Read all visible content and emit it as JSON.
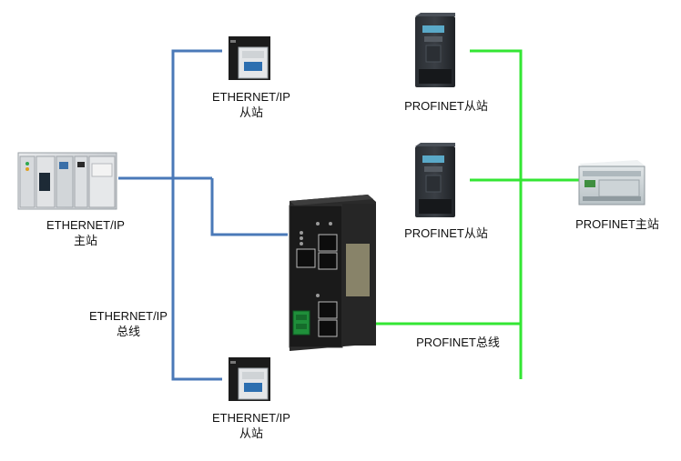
{
  "nodes": {
    "eip_master": {
      "line1": "ETHERNET/IP",
      "line2": "主站"
    },
    "eip_slave_top": {
      "line1": "ETHERNET/IP",
      "line2": "从站"
    },
    "eip_slave_bottom": {
      "line1": "ETHERNET/IP",
      "line2": "从站"
    },
    "pn_slave_1": {
      "label": "PROFINET从站"
    },
    "pn_slave_2": {
      "label": "PROFINET从站"
    },
    "pn_master": {
      "label": "PROFINET主站"
    }
  },
  "buses": {
    "ethernet_ip": {
      "line1": "ETHERNET/IP",
      "line2": "总线",
      "color": "#4a79b8"
    },
    "profinet": {
      "label": "PROFINET总线",
      "color": "#33e633"
    }
  }
}
